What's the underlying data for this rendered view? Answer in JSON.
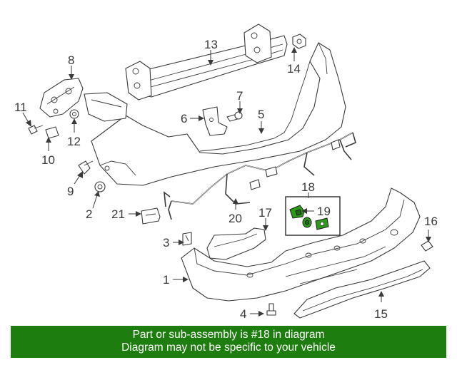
{
  "callouts": {
    "c1": "1",
    "c2": "2",
    "c3": "3",
    "c4": "4",
    "c5": "5",
    "c6": "6",
    "c7": "7",
    "c8": "8",
    "c9": "9",
    "c10": "10",
    "c11": "11",
    "c12": "12",
    "c13": "13",
    "c14": "14",
    "c15": "15",
    "c16": "16",
    "c17": "17",
    "c18": "18",
    "c19": "19",
    "c20": "20",
    "c21": "21"
  },
  "highlighted_part": "18",
  "colors": {
    "banner_bg": "#1e7d0f",
    "highlight": "#2e9a1a",
    "line": "#3a3a3a"
  },
  "banner": {
    "line1": "Part or sub-assembly is #18 in diagram",
    "line2": "Diagram may not be specific to your vehicle"
  }
}
